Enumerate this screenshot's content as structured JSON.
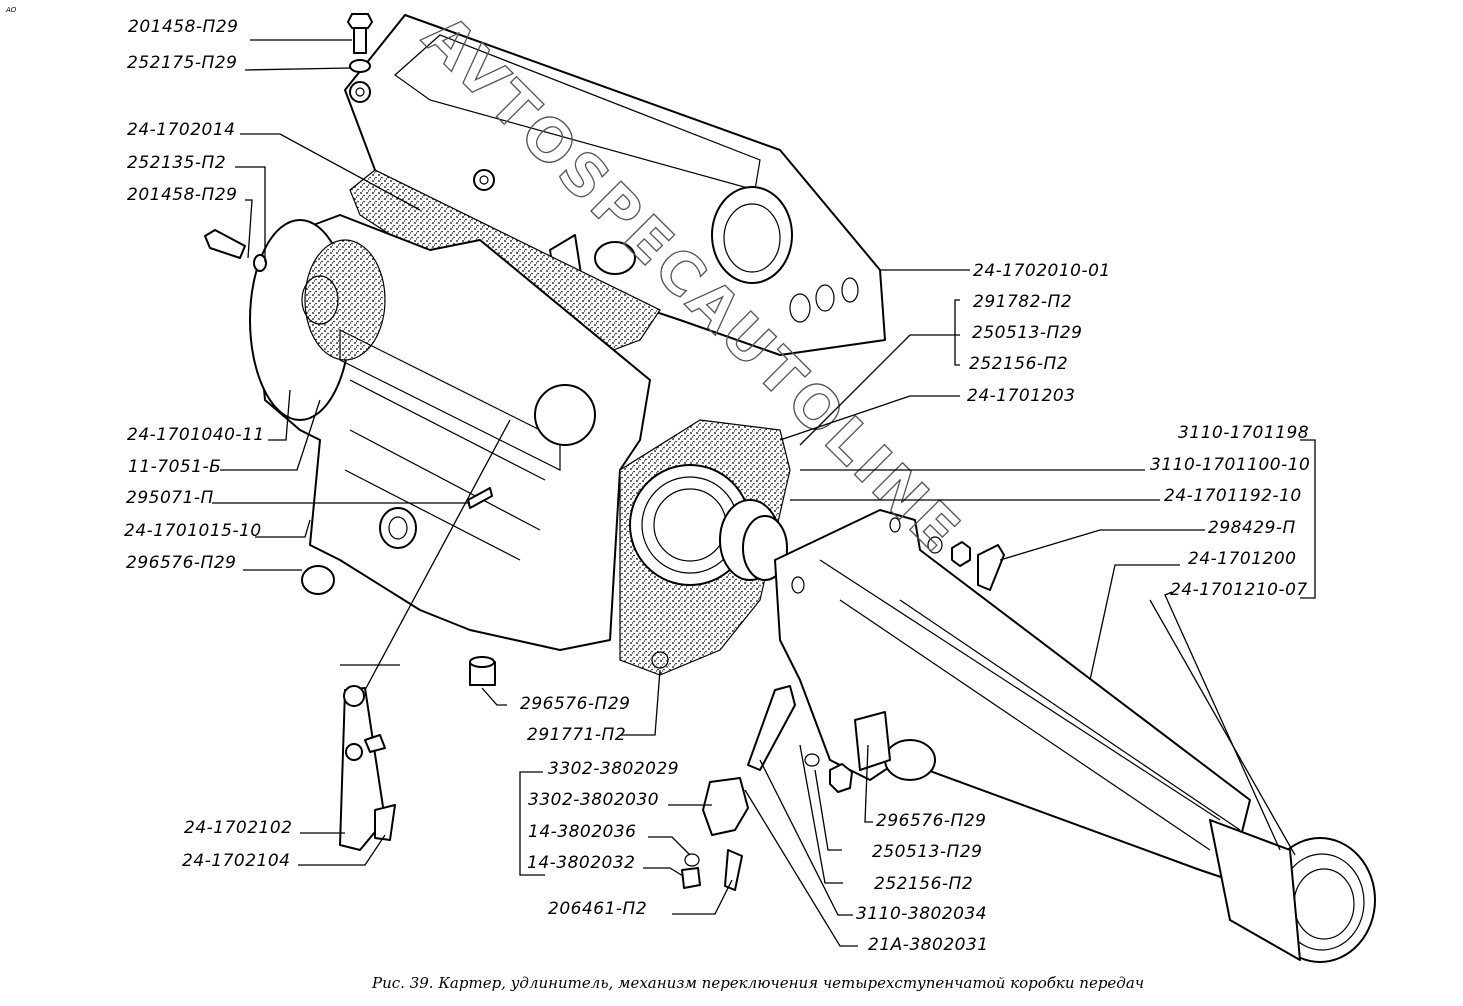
{
  "figure": {
    "corner_mark": "АО",
    "caption": "Рис. 39. Картер, удлинитель, механизм переключения четырехступенчатой коробки передач",
    "watermark": "AVTOSPECAUTOLINE"
  },
  "labels": {
    "top_bolt": "201458-П29",
    "top_washer": "252175-П29",
    "cover_gasket": "24-1702014",
    "side_washer": "252135-П2",
    "side_bolt": "201458-П29",
    "clutch_housing": "24-1701040-11",
    "clutch_pin": "11-7051-Б",
    "pin": "295071-П",
    "gearbox_case": "24-1701015-10",
    "drain_plug_left": "296576-П29",
    "lever_a": "24-1702102",
    "lever_b": "24-1702104",
    "shift_cover": "24-1702010-01",
    "stud": "291782-П2",
    "washer_group_1": "250513-П29",
    "nut_group_1": "252156-П2",
    "gasket_rear": "24-1701203",
    "ext_assembly": "3110-1701198",
    "extension": "3110-1701100-10",
    "oil_seal": "24-1701192-10",
    "breather": "298429-П",
    "ext_housing": "24-1701200",
    "bushing": "24-1701210-07",
    "plug_bottom": "296576-П29",
    "stud_bottom": "291771-П2",
    "speedo_assembly": "3302-3802029",
    "speedo_housing": "3302-3802030",
    "speedo_seal": "14-3802036",
    "speedo_nut": "14-3802032",
    "speedo_bolt": "206461-П2",
    "plug_right": "296576-П29",
    "washer_right": "250513-П29",
    "nut_right": "252156-П2",
    "speedo_gear": "3110-3802034",
    "speedo_shaft": "21А-3802031"
  }
}
